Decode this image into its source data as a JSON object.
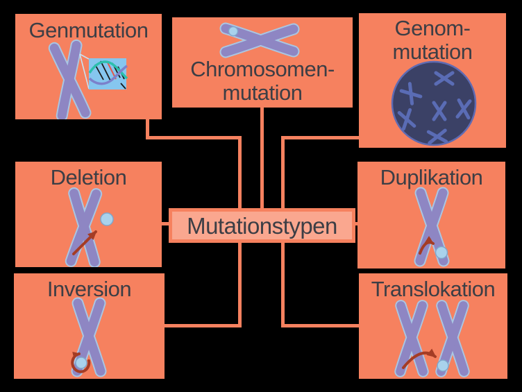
{
  "diagram": {
    "language": "de",
    "center_node": {
      "label": "Mutationstypen"
    },
    "nodes": {
      "genmutation": {
        "label": "Genmutation",
        "icon": "chromosome-with-dna-zoom-icon"
      },
      "chromosomenmutation": {
        "label_lines": [
          "Chromosomen-",
          "mutation"
        ],
        "icon": "horizontal-chromosome-icon"
      },
      "genommutation": {
        "label_lines": [
          "Genom-",
          "mutation"
        ],
        "icon": "nucleus-with-chromosomes-icon"
      },
      "deletion": {
        "label": "Deletion",
        "icon": "chromosome-fragment-breakoff-icon"
      },
      "duplikation": {
        "label": "Duplikation",
        "icon": "chromosome-duplication-arrow-icon"
      },
      "inversion": {
        "label": "Inversion",
        "icon": "chromosome-inversion-loop-icon"
      },
      "translokation": {
        "label": "Translokation",
        "icon": "two-chromosomes-translocation-icon"
      }
    },
    "colors": {
      "background": "#000000",
      "node_fill": "#F6815F",
      "center_fill": "#FAA78F",
      "center_border": "#F6815E",
      "connector": "#F6815F",
      "label_text": "#3C3E45",
      "chromosome_fill": "#8E86C3",
      "chromosome_outline": "#A9C6E3",
      "nucleus_fill": "#3B4166",
      "nucleus_stroke": "#5F6BB3",
      "nucleus_chromosomes": "#5A6CB5",
      "arrow": "#A43C25",
      "fragment_dot": "#A9D2EC",
      "dna_box": "#86C6EF",
      "dna_strand_teal": "#2CBFAD",
      "dna_strand_purple": "#7B81CB",
      "dna_mutation_line": "#E4584C"
    }
  }
}
